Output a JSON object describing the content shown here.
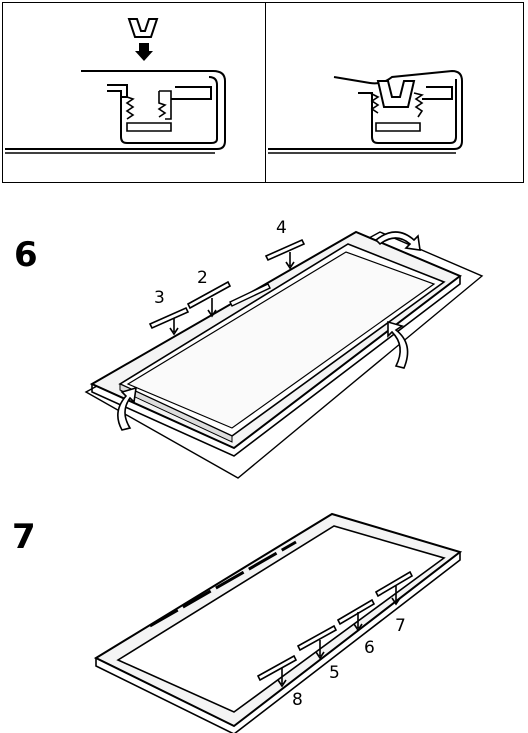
{
  "steps": {
    "step6": {
      "number": "6",
      "callouts": [
        "2",
        "3",
        "4"
      ]
    },
    "step7": {
      "number": "7",
      "callouts": [
        "5",
        "6",
        "7",
        "8"
      ]
    }
  },
  "colors": {
    "ink": "#000000",
    "panel": "#ffffff",
    "glass": "#f2f2f2"
  }
}
